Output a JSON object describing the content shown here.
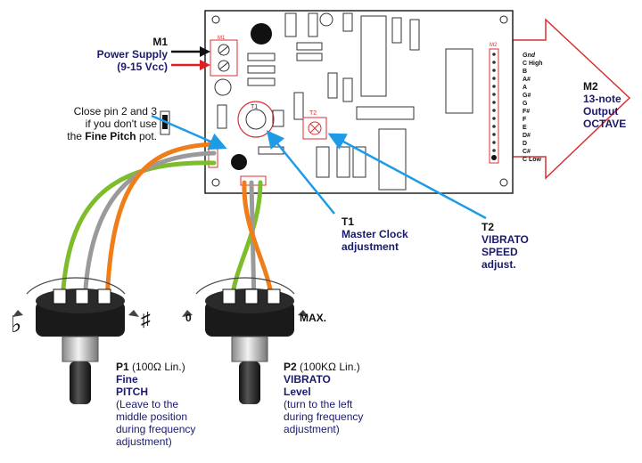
{
  "m1": {
    "id": "M1",
    "line1": "Power Supply",
    "line2": "(9-15 Vcc)"
  },
  "m2": {
    "id": "M2",
    "line1": "13-note",
    "line2": "Output",
    "line3": "OCTAVE"
  },
  "note": {
    "line1": "Close pin 2 and 3",
    "line2": "if you don't use",
    "line3_prefix": "the ",
    "line3_bold": "Fine Pitch",
    "line3_suffix": " pot."
  },
  "t1": {
    "id": "T1",
    "line1": "Master Clock",
    "line2": "adjustment"
  },
  "t2": {
    "id": "T2",
    "line1": "VIBRATO",
    "line2": "SPEED",
    "line3": "adjust."
  },
  "p1": {
    "id": "P1",
    "spec": " (100Ω Lin.)",
    "line1": "Fine",
    "line2": "PITCH",
    "note1": "(Leave to the",
    "note2": "middle position",
    "note3": "during frequency",
    "note4": "adjustment)"
  },
  "p2": {
    "id": "P2",
    "spec": " (100KΩ Lin.)",
    "line1": "VIBRATO",
    "line2": "Level",
    "note1": "(turn to the left",
    "note2": "during frequency",
    "note3": "adjustment)"
  },
  "pot1_marks": {
    "left": "♭",
    "right": "♯"
  },
  "pot2_marks": {
    "left": "0",
    "right": "MAX."
  },
  "pcb": {
    "m1_label": "M1",
    "m2_label": "M2",
    "t1_label": "T1",
    "t2_label": "T2"
  },
  "notes_list": [
    "Gnd",
    "C High",
    "B",
    "A#",
    "A",
    "G#",
    "G",
    "F#",
    "F",
    "E",
    "D#",
    "D",
    "C#",
    "C Low"
  ],
  "colors": {
    "navy": "#1a1a6e",
    "blue_arrow": "#1e9be6",
    "red": "#e02020",
    "orange": "#ef7d1a",
    "green": "#7dbd2a",
    "gray": "#9a9a9a",
    "pcb_red": "#d83030"
  }
}
